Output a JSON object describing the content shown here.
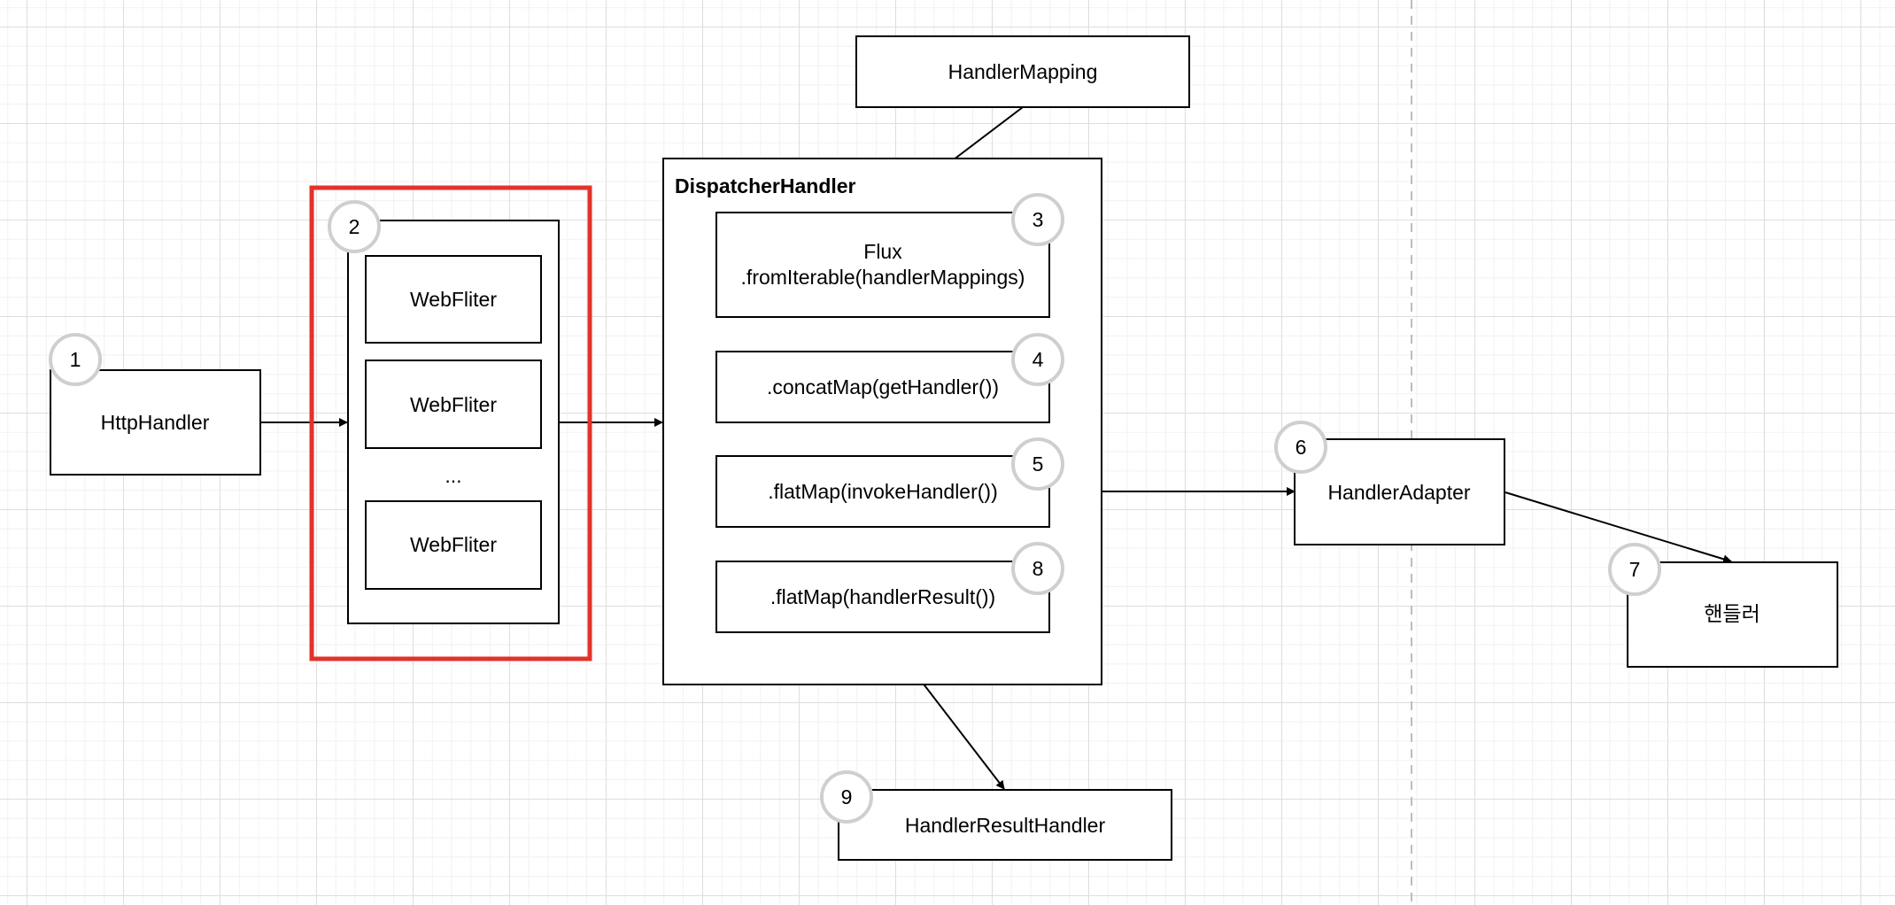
{
  "nodes": {
    "http_handler": "HttpHandler",
    "web_filter_1": "WebFliter",
    "web_filter_2": "WebFliter",
    "web_filter_ellipsis": "...",
    "web_filter_3": "WebFliter",
    "handler_mapping": "HandlerMapping",
    "dispatcher_handler": "DispatcherHandler",
    "flux_line1": "Flux",
    "flux_line2": ".fromIterable(handlerMappings)",
    "concat_map": ".concatMap(getHandler())",
    "flat_map_invoke": ".flatMap(invokeHandler())",
    "flat_map_result": ".flatMap(handlerResult())",
    "handler_adapter": "HandlerAdapter",
    "handler": "핸들러",
    "handler_result_handler": "HandlerResultHandler"
  },
  "badges": [
    "1",
    "2",
    "3",
    "4",
    "5",
    "6",
    "7",
    "8",
    "9"
  ],
  "colors": {
    "highlight_frame": "#e3322c",
    "badge_ring": "#cfcfcf",
    "stroke": "#000000"
  }
}
